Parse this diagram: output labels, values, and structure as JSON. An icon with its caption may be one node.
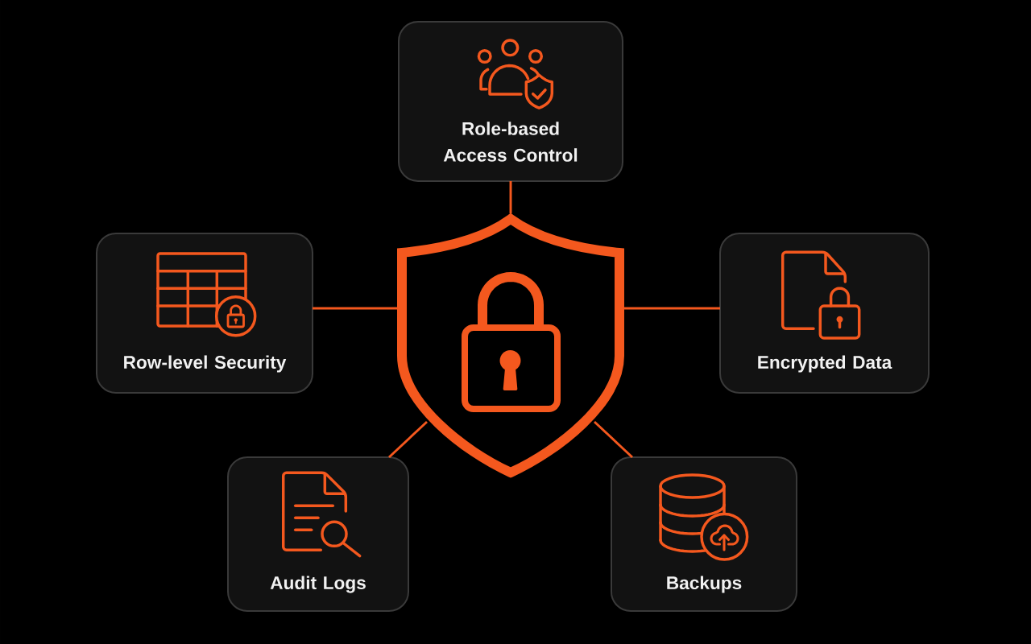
{
  "diagram": {
    "nodes": [
      {
        "text": [
          "Role-based Access Control"
        ]
      },
      {
        "text": [
          "Row-level Security"
        ]
      },
      {
        "text": [],
        "shape": "picture"
      },
      {
        "text": [
          "Encrypted Data"
        ]
      },
      {
        "text": [
          "Audit Logs"
        ]
      },
      {
        "text": [
          "Backups"
        ]
      }
    ],
    "edges": [
      {
        "from": 2,
        "to": 0,
        "arrow": "none"
      },
      {
        "from": 1,
        "to": 2,
        "arrow": "none"
      },
      {
        "from": 2,
        "to": 3,
        "arrow": "none"
      },
      {
        "from": 2,
        "to": 4,
        "arrow": "none"
      },
      {
        "from": 2,
        "to": 5,
        "arrow": "none"
      }
    ]
  }
}
